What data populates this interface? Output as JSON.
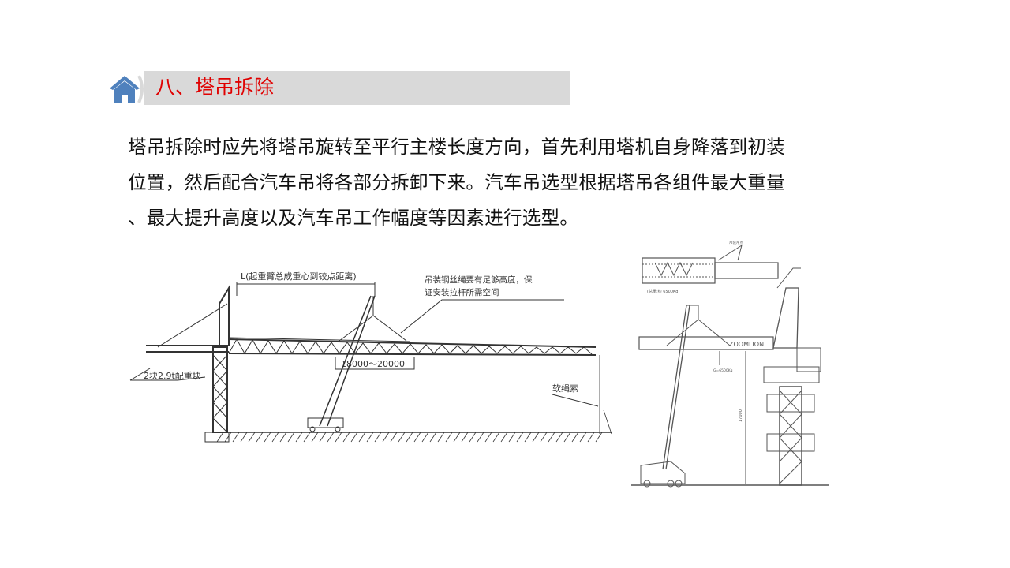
{
  "title": "八、塔吊拆除",
  "body_lines": [
    "塔吊拆除时应先将塔吊旋转至平行主楼长度方向，首先利用塔机自身降落到初装",
    "位置，然后配合汽车吊将各部分拆卸下来。汽车吊选型根据塔吊各组件最大重量",
    "、最大提升高度以及汽车吊工作幅度等因素进行选型。"
  ],
  "diagram1": {
    "label_L": "L(起重臂总成重心到铰点距离)",
    "label_rope_1": "吊装钢丝绳要有足够高度，保",
    "label_rope_2": "证安装拉杆所需空间",
    "label_range": "18000～20000",
    "label_counterweight": "2块2.9t配重块",
    "label_soft_rope": "软绳索"
  },
  "diagram2": {
    "label_top": "吊装吊点",
    "label_weight": "(总重:约 6500Kg)",
    "label_g": "G=6500Kg",
    "label_height": "17000",
    "label_brand": "ZOOMLION"
  }
}
